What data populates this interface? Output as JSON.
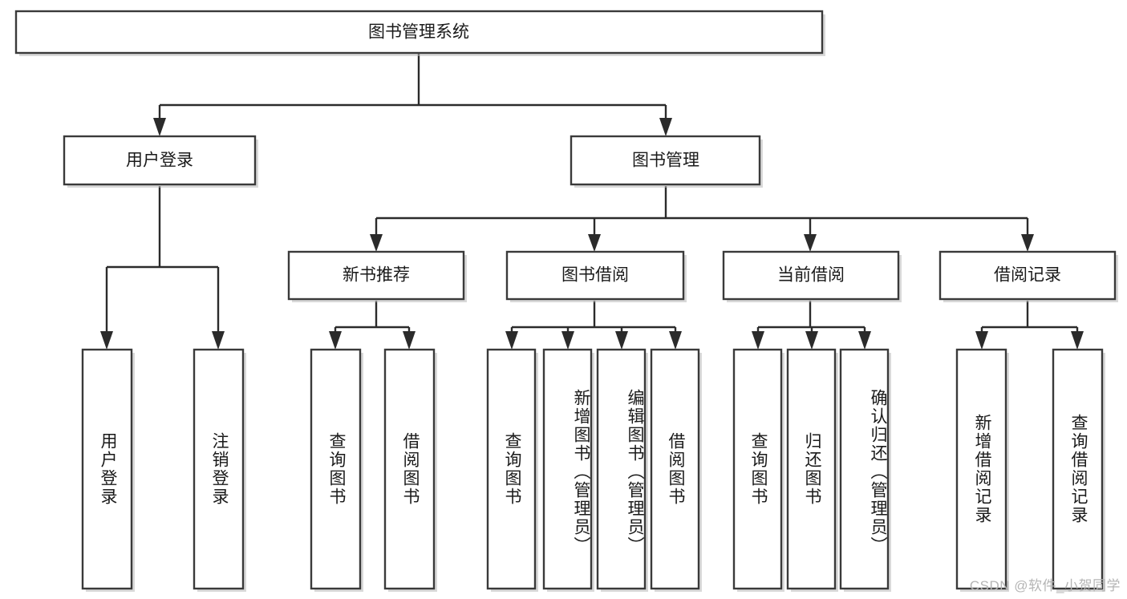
{
  "diagram": {
    "title": "图书管理系统",
    "watermark": "CSDN @软件_小贺同学",
    "colors": {
      "box_stroke": "#3a3a3a",
      "connector": "#2b2b2b",
      "text": "#1a1a1a",
      "background": "#ffffff",
      "watermark": "#b5b5b5"
    },
    "root": {
      "label": "图书管理系统"
    },
    "level2": [
      {
        "label": "用户登录"
      },
      {
        "label": "图书管理"
      }
    ],
    "level3": [
      {
        "label": "新书推荐"
      },
      {
        "label": "图书借阅"
      },
      {
        "label": "当前借阅"
      },
      {
        "label": "借阅记录"
      }
    ],
    "leaves": {
      "user_login": [
        {
          "label": "用户登录"
        },
        {
          "label": "注销登录"
        }
      ],
      "new_book_recommend": [
        {
          "label": "查询图书"
        },
        {
          "label": "借阅图书"
        }
      ],
      "book_borrow": [
        {
          "label": "查询图书"
        },
        {
          "label": "新增图书（管理员）"
        },
        {
          "label": "编辑图书（管理员）"
        },
        {
          "label": "借阅图书"
        }
      ],
      "current_borrow": [
        {
          "label": "查询图书"
        },
        {
          "label": "归还图书"
        },
        {
          "label": "确认归还（管理员）"
        }
      ],
      "borrow_record": [
        {
          "label": "新增借阅记录"
        },
        {
          "label": "查询借阅记录"
        }
      ]
    }
  }
}
